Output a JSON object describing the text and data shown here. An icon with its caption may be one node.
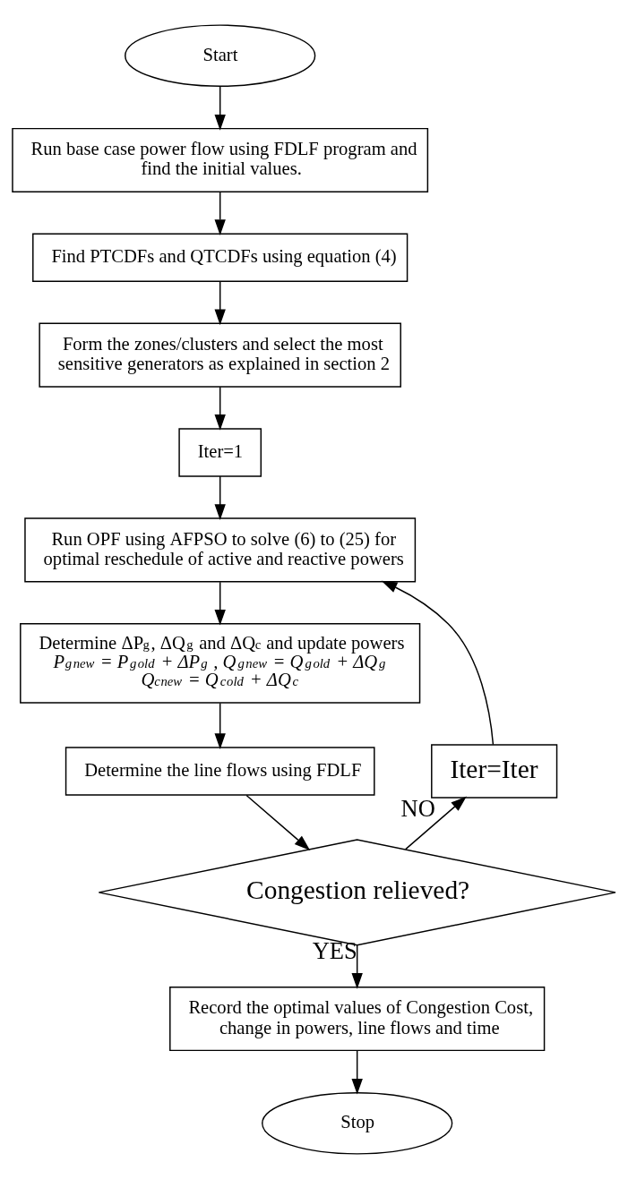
{
  "diagram": {
    "nodes": [
      {
        "text": [
          "Start"
        ]
      },
      {
        "text": [
          "Run base case power flow using FDLF program and find the initial values."
        ]
      },
      {
        "text": [
          "Find PTCDFs and QTCDFs using equation (4)"
        ]
      },
      {
        "text": [
          "Form the zones/clusters and select the most sensitive generators as explained in section 2"
        ]
      },
      {
        "text": [
          "Iter=1"
        ]
      },
      {
        "text": [
          "Run OPF using AFPSO to solve (6) to (25) for optimal reschedule of active and reactive powers"
        ]
      },
      {
        "text": [
          "Determine ΔP$_{g}$, ΔQ$_{g}$ and ΔQ$_{c}$ and update powers",
          "P$_{g}$$^{new}$ = P$_{g}$$^{old}$ + ΔP$_{g}$ , Q$_{g}$$^{new}$ = Q$_{g}$$^{old}$ + ΔQ$_{g}$",
          "Q$_{c}$$^{new}$ = Q$_{c}$$^{old}$ + ΔQ$_{c}$"
        ]
      },
      {
        "text": [
          "Determine the line flows using FDLF"
        ]
      },
      {
        "text": [
          "Congestion relieved?"
        ]
      },
      {
        "text": [
          "Iter=Iter"
        ]
      },
      {
        "text": [
          "Record the optimal values of Congestion Cost, change in powers, line flows and time"
        ]
      },
      {
        "text": [
          "Stop"
        ]
      }
    ],
    "edges": [
      {
        "from": 0,
        "to": 1,
        "arrow": "to"
      },
      {
        "from": 1,
        "to": 2,
        "arrow": "to"
      },
      {
        "from": 2,
        "to": 3,
        "arrow": "to"
      },
      {
        "from": 3,
        "to": 4,
        "arrow": "to"
      },
      {
        "from": 4,
        "to": 5,
        "arrow": "to"
      },
      {
        "from": 5,
        "to": 6,
        "arrow": "to"
      },
      {
        "from": 6,
        "to": 7,
        "arrow": "to"
      },
      {
        "from": 7,
        "to": 8,
        "arrow": "to"
      },
      {
        "from": 8,
        "to": 9,
        "arrow": "to",
        "label": "NO"
      },
      {
        "from": 9,
        "to": 5,
        "arrow": "to"
      },
      {
        "from": 8,
        "to": 10,
        "arrow": "to",
        "label": "YES"
      },
      {
        "from": 10,
        "to": 11,
        "arrow": "to"
      }
    ]
  }
}
